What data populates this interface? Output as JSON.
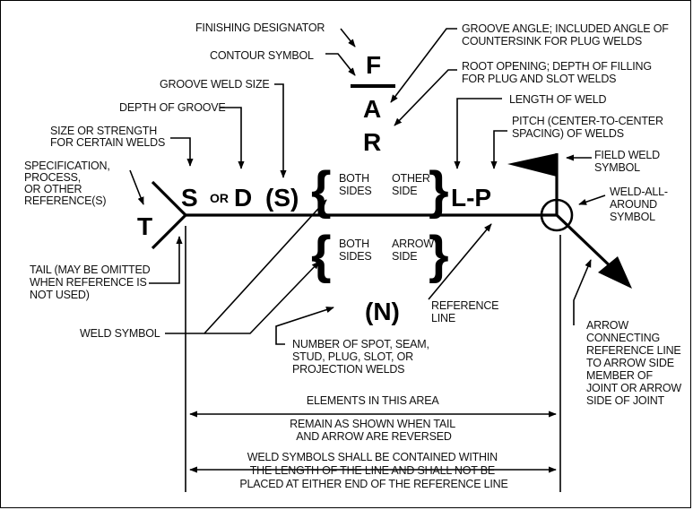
{
  "labels": {
    "finishing_designator": "FINISHING DESIGNATOR",
    "contour_symbol": "CONTOUR SYMBOL",
    "groove_weld_size": "GROOVE WELD SIZE",
    "depth_of_groove": "DEPTH OF GROOVE",
    "size_or_strength": [
      "SIZE OR STRENGTH",
      "FOR CERTAIN WELDS"
    ],
    "specification": [
      "SPECIFICATION,",
      "PROCESS,",
      "OR OTHER",
      "REFERENCE(S)"
    ],
    "tail": [
      "TAIL (MAY BE OMITTED",
      "WHEN REFERENCE IS",
      "NOT USED)"
    ],
    "weld_symbol": "WELD SYMBOL",
    "number_of_spot": [
      "NUMBER OF SPOT, SEAM,",
      "STUD, PLUG, SLOT, OR",
      "PROJECTION WELDS"
    ],
    "reference_line": [
      "REFERENCE",
      "LINE"
    ],
    "groove_angle": [
      "GROOVE ANGLE; INCLUDED ANGLE OF",
      "COUNTERSINK FOR PLUG WELDS"
    ],
    "root_opening": [
      "ROOT OPENING; DEPTH OF FILLING",
      "FOR PLUG AND SLOT WELDS"
    ],
    "length_of_weld": "LENGTH OF WELD",
    "pitch": [
      "PITCH (CENTER-TO-CENTER",
      "SPACING) OF WELDS"
    ],
    "field_weld": [
      "FIELD WELD",
      "SYMBOL"
    ],
    "weld_all_around": [
      "WELD-ALL-",
      "AROUND",
      "SYMBOL"
    ],
    "arrow_connecting": [
      "ARROW",
      "CONNECTING",
      "REFERENCE LINE",
      "TO ARROW SIDE",
      "MEMBER OF",
      "JOINT OR ARROW",
      "SIDE OF JOINT"
    ],
    "elements_area": [
      "ELEMENTS IN THIS AREA",
      "REMAIN AS SHOWN WHEN TAIL",
      "AND ARROW ARE REVERSED"
    ],
    "weld_symbols_contained": [
      "WELD SYMBOLS SHALL BE CONTAINED WITHIN",
      "THE LENGTH OF THE LINE AND SHALL NOT BE",
      "PLACED AT EITHER END OF THE REFERENCE LINE"
    ],
    "both_sides_top": [
      "BOTH",
      "SIDES"
    ],
    "other_side": [
      "OTHER",
      "SIDE"
    ],
    "both_sides_bottom": [
      "BOTH",
      "SIDES"
    ],
    "arrow_side": [
      "ARROW",
      "SIDE"
    ]
  },
  "symbols": {
    "F": "F",
    "A": "A",
    "R": "R",
    "T": "T",
    "S": "S",
    "or": "OR",
    "D": "D",
    "S_paren": "(S)",
    "L_P": "L-P",
    "N": "(N)"
  }
}
